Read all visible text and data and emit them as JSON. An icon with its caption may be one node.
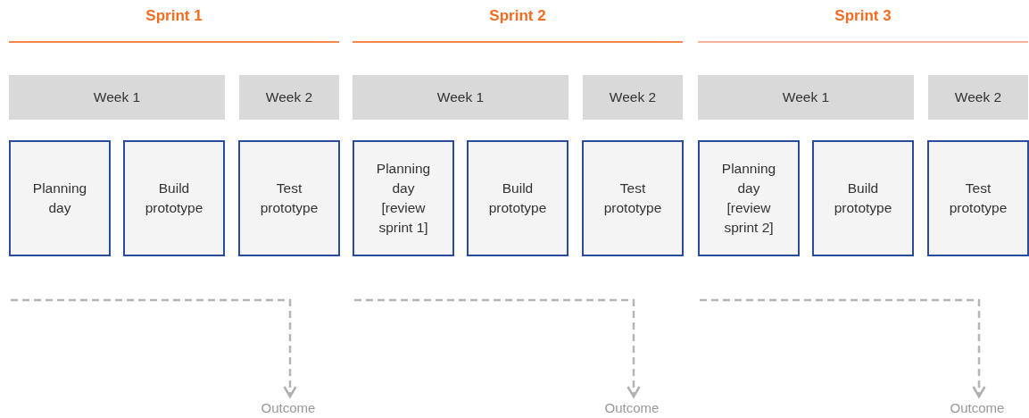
{
  "diagram": {
    "nodes": [
      {
        "text": [
          "Week 1"
        ]
      },
      {
        "text": [
          "Week 2"
        ]
      },
      {
        "text": [
          "Week 1"
        ]
      },
      {
        "text": [
          "Week 2"
        ]
      },
      {
        "text": [
          "Week 1"
        ]
      },
      {
        "text": [
          "Week 2"
        ]
      },
      {
        "text": [
          "Planning day"
        ]
      },
      {
        "text": [
          "Build prototype"
        ]
      },
      {
        "text": [
          "Test prototype"
        ]
      },
      {
        "text": [
          "Planning day [review sprint 1]"
        ]
      },
      {
        "text": [
          "Build prototype"
        ]
      },
      {
        "text": [
          "Test prototype"
        ]
      },
      {
        "text": [
          "Planning day [review sprint 2]"
        ]
      },
      {
        "text": [
          "Build prototype"
        ]
      },
      {
        "text": [
          "Test prototype"
        ]
      },
      {
        "text": [
          "Outcome"
        ]
      },
      {
        "text": [
          "Outcome"
        ]
      },
      {
        "text": [
          "Outcome"
        ]
      }
    ],
    "edges": [
      {
        "from": null,
        "to": 15,
        "arrow": "to",
        "style": "dashed"
      },
      {
        "from": null,
        "to": 16,
        "arrow": "to",
        "style": "dashed"
      },
      {
        "from": null,
        "to": 17,
        "arrow": "to",
        "style": "dashed"
      }
    ],
    "labels": [
      "Sprint 1",
      "Sprint 2",
      "Sprint 3"
    ]
  }
}
